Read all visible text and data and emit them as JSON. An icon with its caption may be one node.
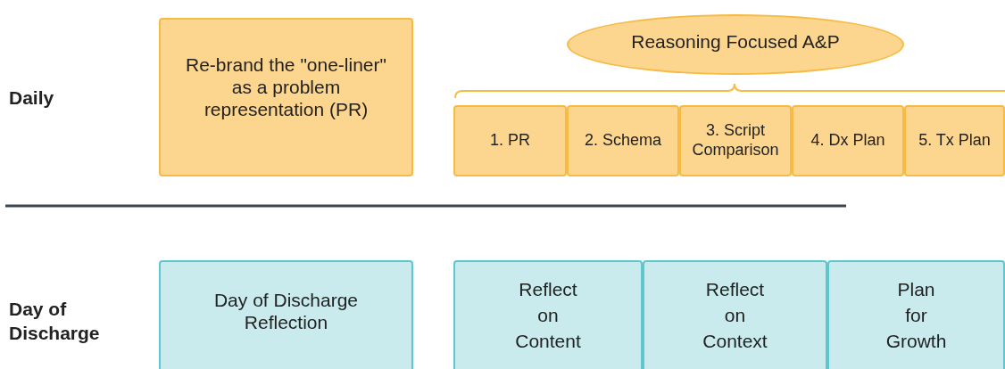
{
  "diagram": {
    "nodes": [
      {
        "text": [
          "Re-brand the \"one-liner\" as a problem representation (PR)"
        ]
      },
      {
        "text": [
          "Reasoning Focused A&P"
        ]
      },
      {
        "text": [
          "1. PR"
        ]
      },
      {
        "text": [
          "2. Schema"
        ]
      },
      {
        "text": [
          "3. Script Comparison"
        ]
      },
      {
        "text": [
          "4. Dx Plan"
        ]
      },
      {
        "text": [
          "5. Tx Plan"
        ]
      },
      {
        "text": [
          "Day of Discharge Reflection"
        ]
      },
      {
        "text": [
          "Reflect on Content"
        ]
      },
      {
        "text": [
          "Reflect on Context"
        ]
      },
      {
        "text": [
          "Plan for Growth"
        ]
      }
    ],
    "labels": [
      "Daily",
      "Day of Discharge"
    ]
  }
}
